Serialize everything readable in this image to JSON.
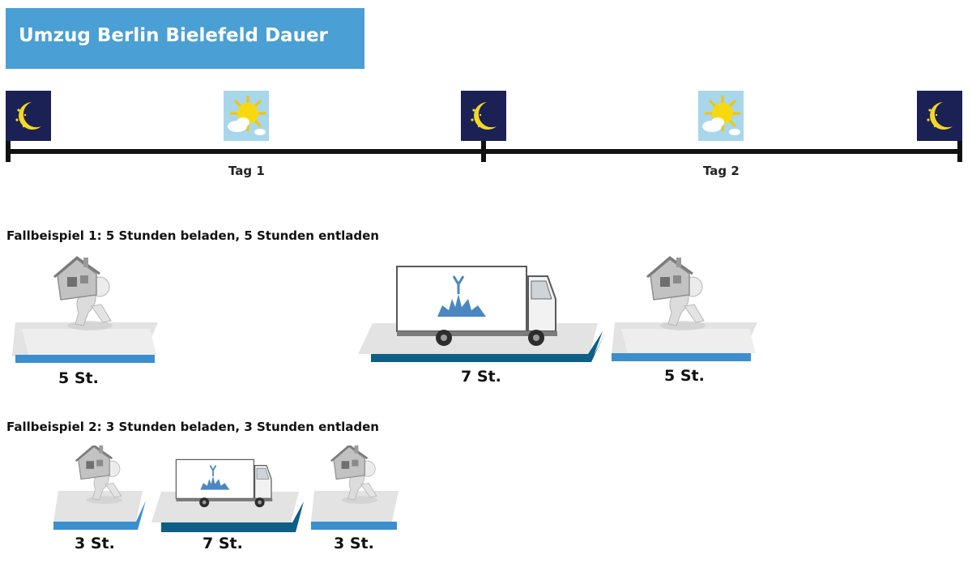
{
  "header": {
    "title": "Umzug Berlin Bielefeld Dauer"
  },
  "timeline": {
    "icons": [
      "moon-icon",
      "sun-icon",
      "moon-icon",
      "sun-icon",
      "moon-icon"
    ],
    "days": [
      "Tag 1",
      "Tag 2"
    ]
  },
  "case1": {
    "heading": "Fallbeispiel 1: 5 Stunden beladen, 5 Stunden entladen",
    "loading": "5 St.",
    "driving": "7 St.",
    "unloading": "5 St."
  },
  "case2": {
    "heading": "Fallbeispiel 2: 3 Stunden beladen, 3 Stunden entladen",
    "loading": "3 St.",
    "driving": "7 St.",
    "unloading": "3 St."
  },
  "colors": {
    "accent": "#4a9fd4",
    "night": "#1b2154",
    "day": "#a8d6ea",
    "base_light": "#3b8fcf",
    "base_dark": "#0d5f86"
  }
}
